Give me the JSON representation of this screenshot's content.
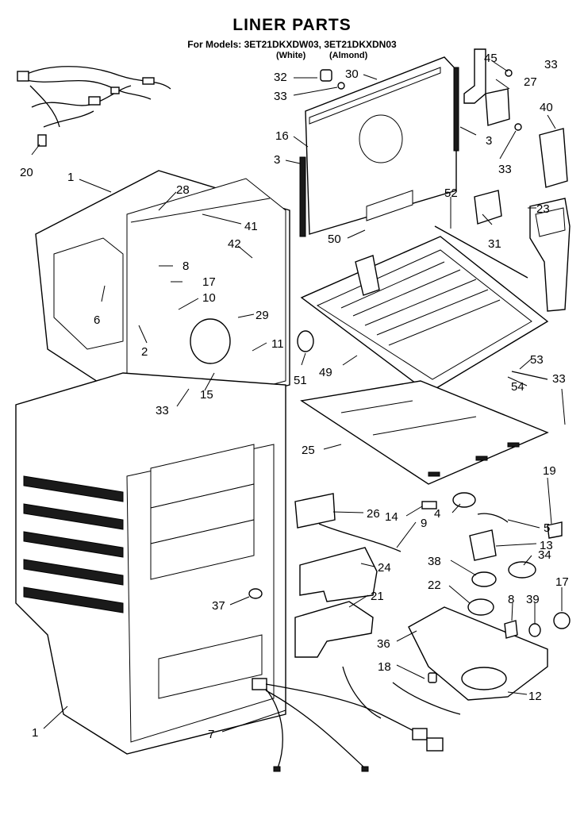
{
  "header": {
    "title": "LINER PARTS",
    "subtitle": "For Models: 3ET21DKXDW03, 3ET21DKXDN03",
    "variants": [
      "(White)",
      "(Almond)"
    ]
  },
  "callouts": [
    {
      "id": "c45",
      "label": "45"
    },
    {
      "id": "c33a",
      "label": "33"
    },
    {
      "id": "c27",
      "label": "27"
    },
    {
      "id": "c32",
      "label": "32"
    },
    {
      "id": "c30",
      "label": "30"
    },
    {
      "id": "c33b",
      "label": "33"
    },
    {
      "id": "c40",
      "label": "40"
    },
    {
      "id": "c16",
      "label": "16"
    },
    {
      "id": "c3a",
      "label": "3"
    },
    {
      "id": "c3b",
      "label": "3"
    },
    {
      "id": "c33c",
      "label": "33"
    },
    {
      "id": "c20",
      "label": "20"
    },
    {
      "id": "c1a",
      "label": "1"
    },
    {
      "id": "c28",
      "label": "28"
    },
    {
      "id": "c52",
      "label": "52"
    },
    {
      "id": "c23",
      "label": "23"
    },
    {
      "id": "c41",
      "label": "41"
    },
    {
      "id": "c31",
      "label": "31"
    },
    {
      "id": "c42",
      "label": "42"
    },
    {
      "id": "c50",
      "label": "50"
    },
    {
      "id": "c8a",
      "label": "8"
    },
    {
      "id": "c17a",
      "label": "17"
    },
    {
      "id": "c10",
      "label": "10"
    },
    {
      "id": "c6",
      "label": "6"
    },
    {
      "id": "c29",
      "label": "29"
    },
    {
      "id": "c2",
      "label": "2"
    },
    {
      "id": "c11",
      "label": "11"
    },
    {
      "id": "c51",
      "label": "51"
    },
    {
      "id": "c49",
      "label": "49"
    },
    {
      "id": "c53",
      "label": "53"
    },
    {
      "id": "c15",
      "label": "15"
    },
    {
      "id": "c54",
      "label": "54"
    },
    {
      "id": "c33d",
      "label": "33"
    },
    {
      "id": "c33e",
      "label": "33"
    },
    {
      "id": "c25",
      "label": "25"
    },
    {
      "id": "c19",
      "label": "19"
    },
    {
      "id": "c26",
      "label": "26"
    },
    {
      "id": "c14",
      "label": "14"
    },
    {
      "id": "c4",
      "label": "4"
    },
    {
      "id": "c9",
      "label": "9"
    },
    {
      "id": "c5",
      "label": "5"
    },
    {
      "id": "c13",
      "label": "13"
    },
    {
      "id": "c34",
      "label": "34"
    },
    {
      "id": "c24",
      "label": "24"
    },
    {
      "id": "c38",
      "label": "38"
    },
    {
      "id": "c22",
      "label": "22"
    },
    {
      "id": "c17b",
      "label": "17"
    },
    {
      "id": "c21",
      "label": "21"
    },
    {
      "id": "c37",
      "label": "37"
    },
    {
      "id": "c8b",
      "label": "8"
    },
    {
      "id": "c39",
      "label": "39"
    },
    {
      "id": "c36",
      "label": "36"
    },
    {
      "id": "c18",
      "label": "18"
    },
    {
      "id": "c12",
      "label": "12"
    },
    {
      "id": "c1b",
      "label": "1"
    },
    {
      "id": "c7",
      "label": "7"
    }
  ]
}
